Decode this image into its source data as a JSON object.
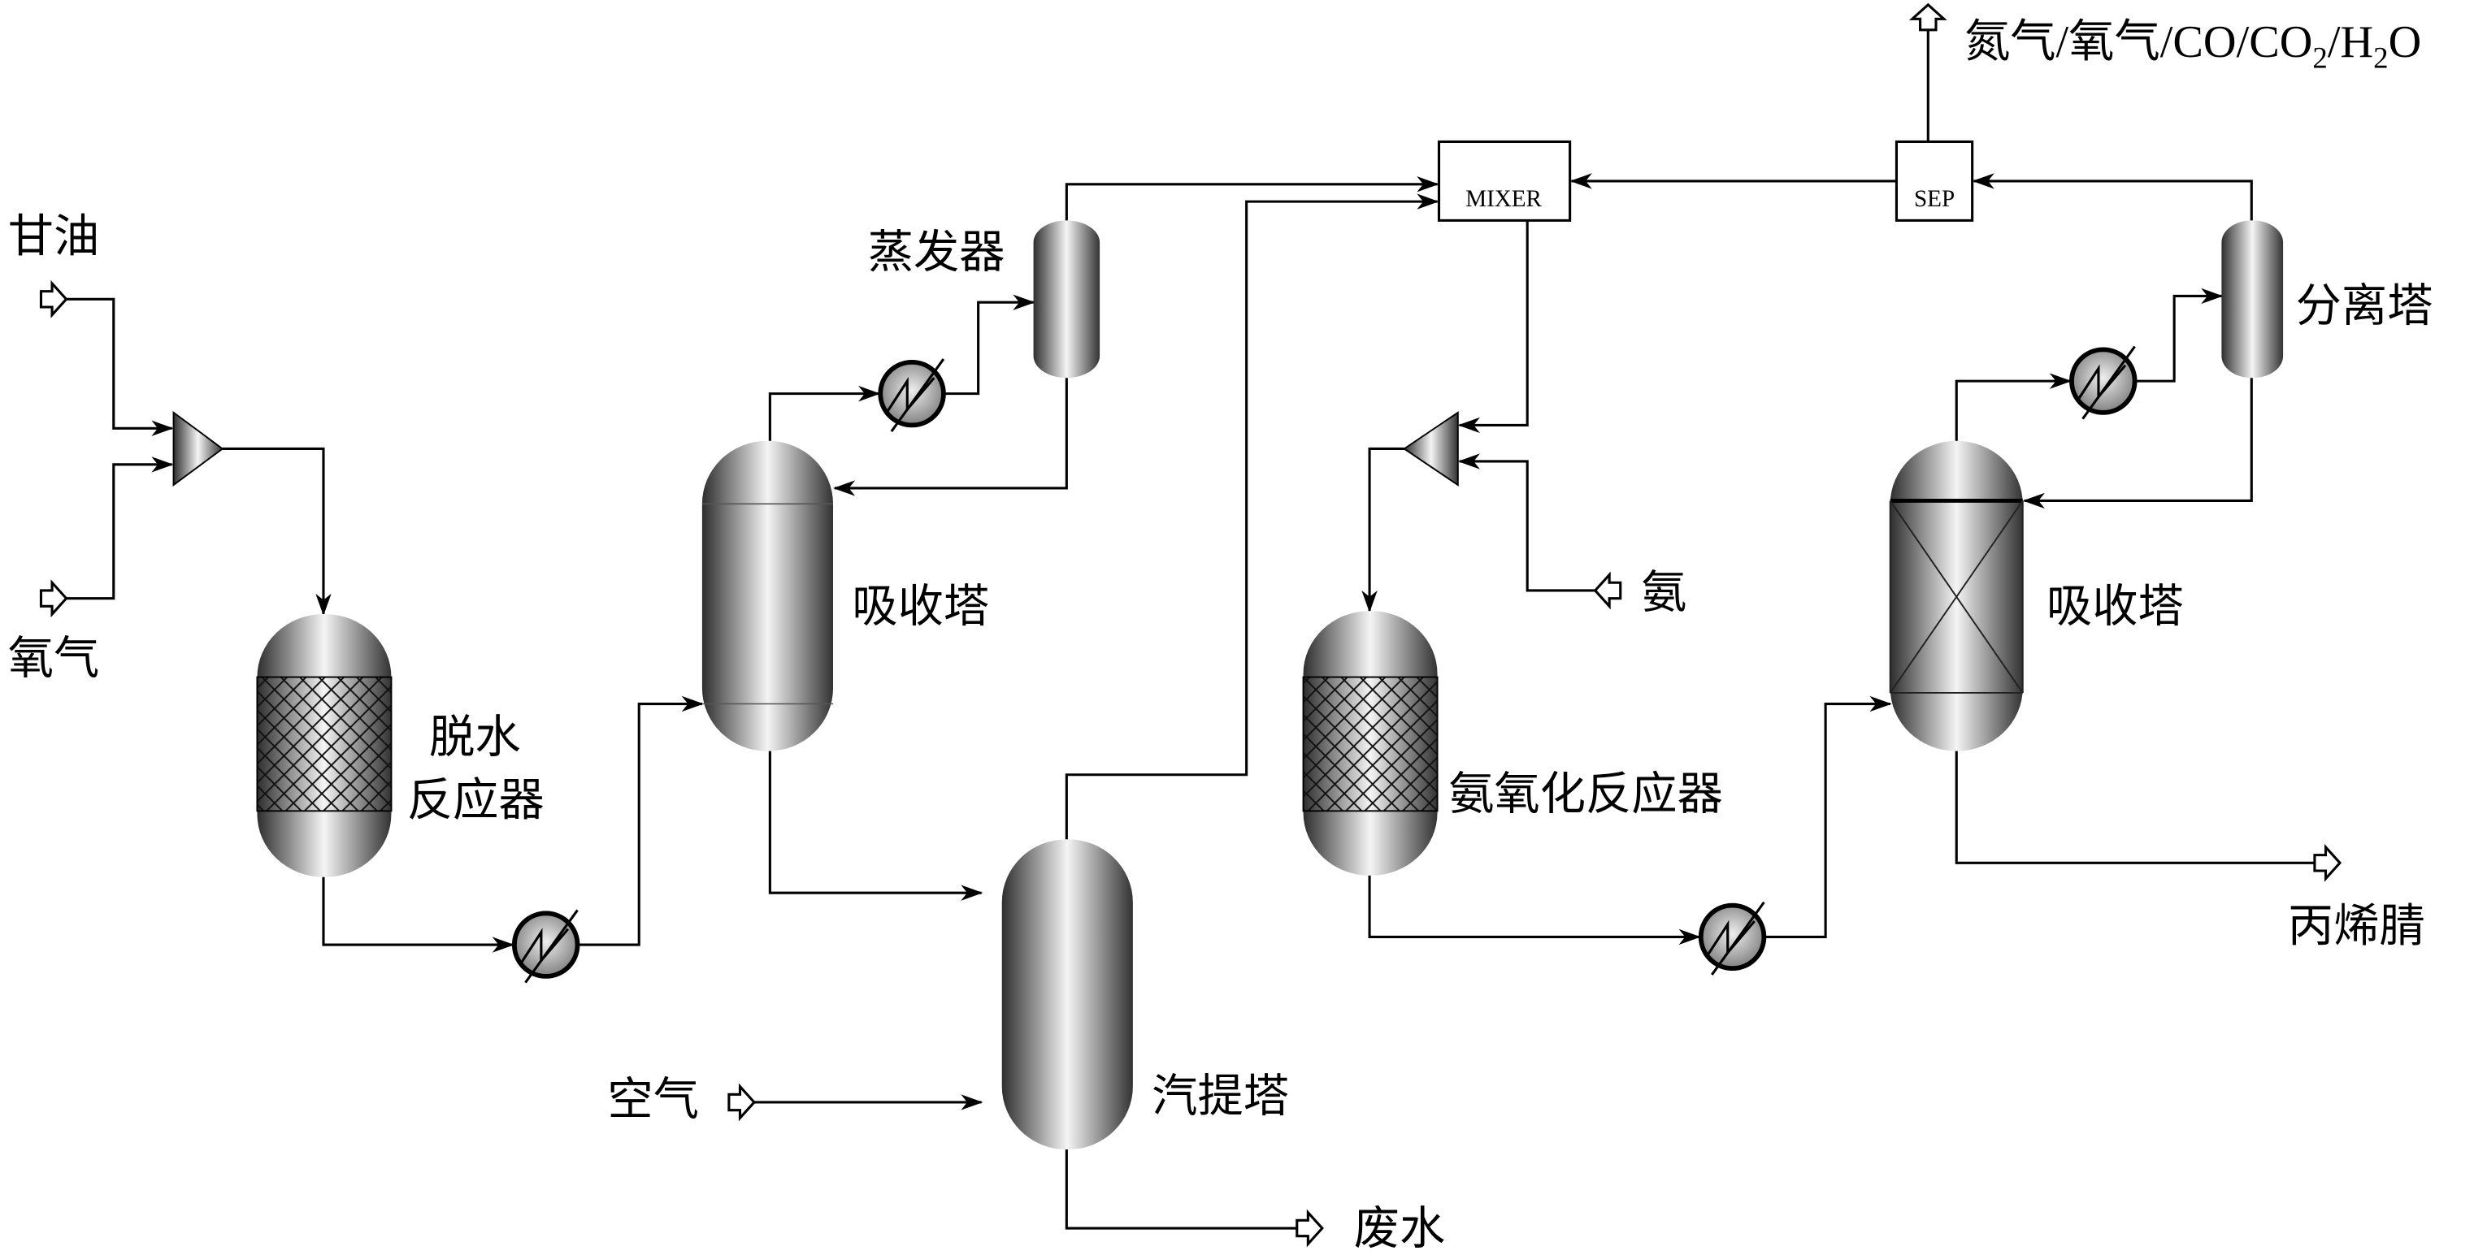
{
  "diagram": {
    "feeds": {
      "glycerol": "甘油",
      "oxygen": "氧气",
      "air": "空气",
      "ammonia": "氨"
    },
    "equipment": {
      "dehydration_reactor_line1": "脱水",
      "dehydration_reactor_line2": "反应器",
      "absorber_1": "吸收塔",
      "evaporator": "蒸发器",
      "stripper": "汽提塔",
      "mixer": "MIXER",
      "sep": "SEP",
      "ammoxidation_reactor": "氨氧化反应器",
      "absorber_2": "吸收塔",
      "separation_tower": "分离塔"
    },
    "products": {
      "waste_water": "废水",
      "acrylonitrile": "丙烯腈",
      "off_gas_parts": [
        "氮气/氧气/CO/CO",
        "2",
        "/H",
        "2",
        "O"
      ]
    },
    "colors": {
      "line": "#000000",
      "vessel_dark": "#3a3a3a",
      "vessel_light": "#f2f2f2"
    }
  }
}
